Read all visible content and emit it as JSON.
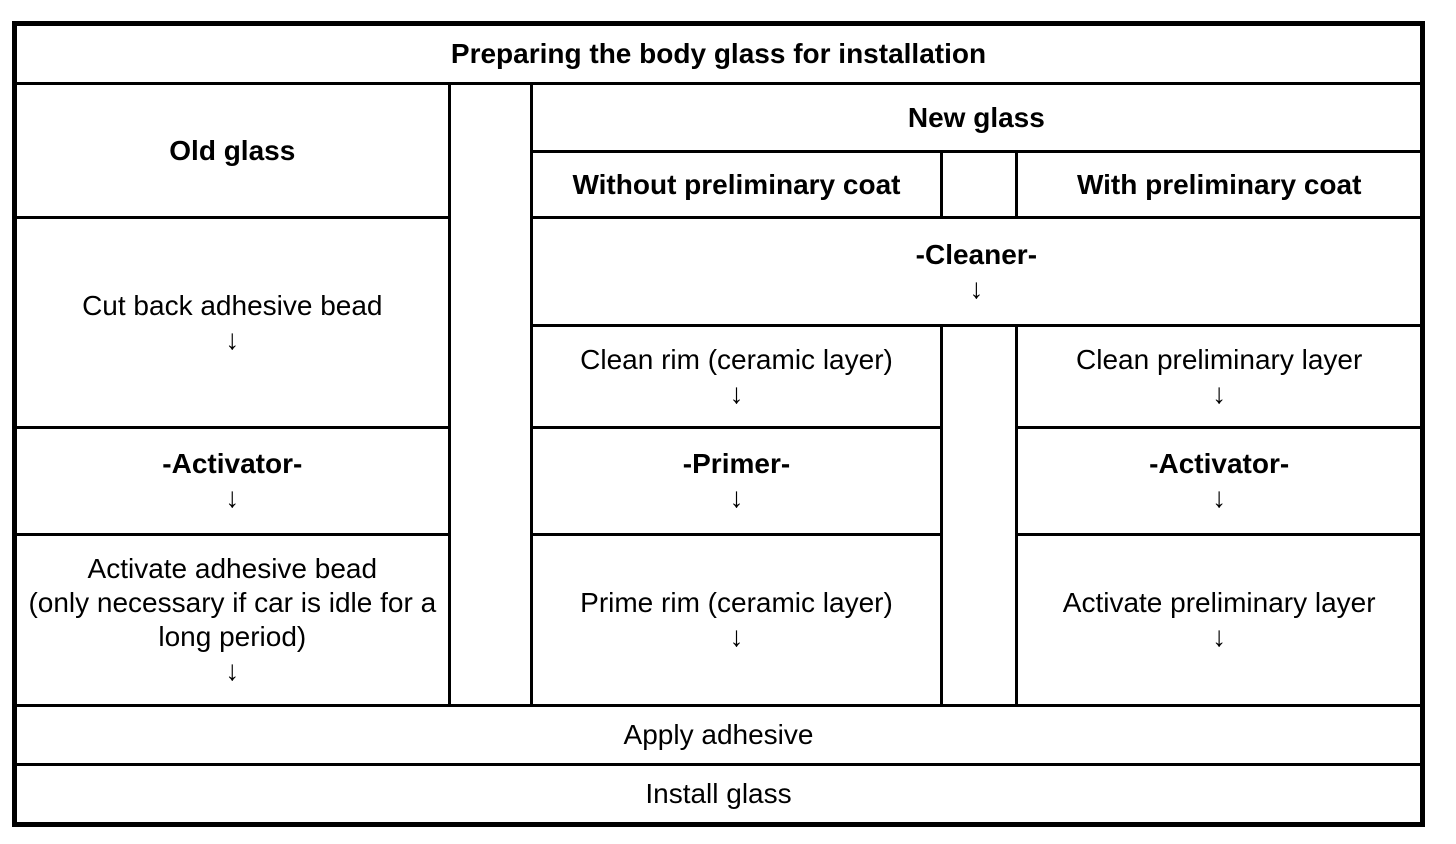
{
  "title": "Preparing the body glass for installation",
  "arrow": "↓",
  "headers": {
    "old_glass": "Old glass",
    "new_glass": "New glass",
    "without_coat": "Without preliminary coat",
    "with_coat": "With preliminary coat"
  },
  "old_glass_steps": {
    "cut_back": "Cut back adhesive bead",
    "activator": "-Activator-",
    "activate": "Activate adhesive bead\n(only necessary if car is idle for a\nlong period)"
  },
  "new_glass_steps": {
    "cleaner": "-Cleaner-",
    "without_coat": {
      "clean": "Clean rim (ceramic layer)",
      "primer": "-Primer-",
      "prime": "Prime rim (ceramic layer)"
    },
    "with_coat": {
      "clean": "Clean preliminary layer",
      "activator": "-Activator-",
      "activate": "Activate preliminary layer"
    }
  },
  "final_steps": {
    "apply_adhesive": "Apply adhesive",
    "install_glass": "Install glass"
  },
  "colors": {
    "border": "#000000",
    "background": "#ffffff",
    "text": "#000000"
  }
}
